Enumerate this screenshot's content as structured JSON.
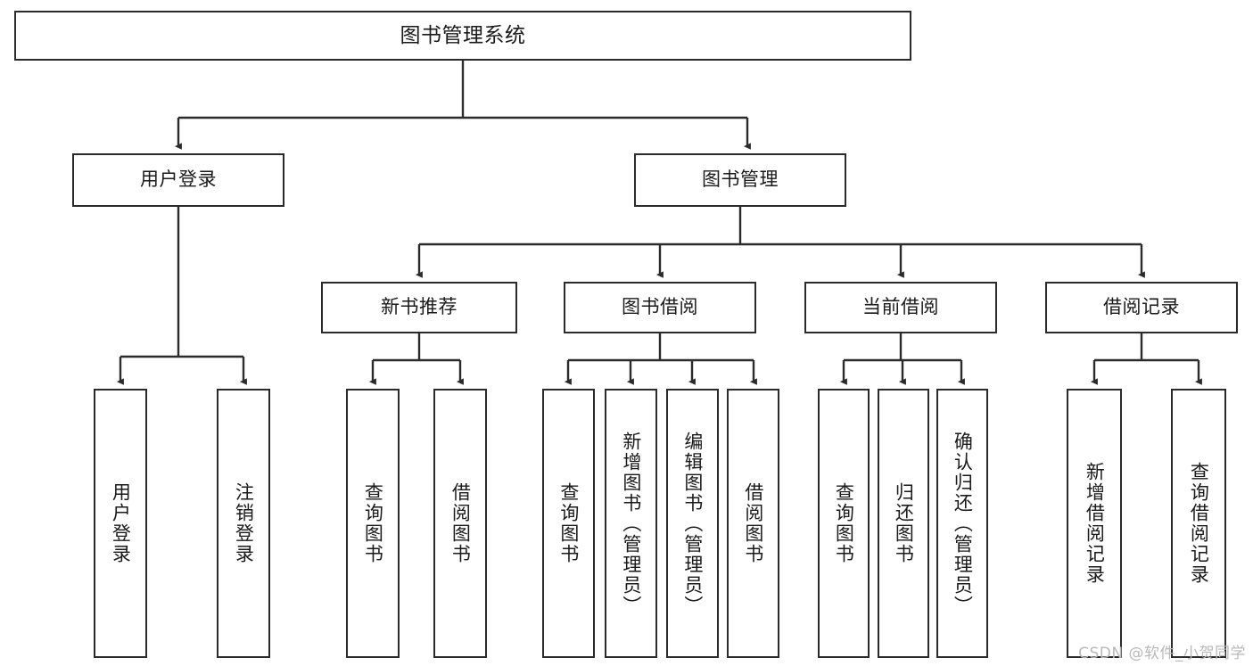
{
  "diagram": {
    "title": "图书管理系统",
    "watermark": "CSDN @软件_小贺同学",
    "colors": {
      "box_border": "#2b2b2b",
      "edge": "#2b2b2b",
      "text": "#1a1a1a",
      "background": "#ffffff",
      "watermark": "#b9b9b9"
    },
    "root": {
      "label": "图书管理系统"
    },
    "level2": [
      {
        "label": "用户登录"
      },
      {
        "label": "图书管理"
      }
    ],
    "level3": [
      {
        "label": "新书推荐"
      },
      {
        "label": "图书借阅"
      },
      {
        "label": "当前借阅"
      },
      {
        "label": "借阅记录"
      }
    ],
    "leaves": {
      "user_login": [
        {
          "label": "用户登录"
        },
        {
          "label": "注销登录"
        }
      ],
      "new_book_recommend": [
        {
          "label": "查询图书"
        },
        {
          "label": "借阅图书"
        }
      ],
      "book_borrow": [
        {
          "label": "查询图书"
        },
        {
          "label": "新增图书（管理员）"
        },
        {
          "label": "编辑图书（管理员）"
        },
        {
          "label": "借阅图书"
        }
      ],
      "current_borrow": [
        {
          "label": "查询图书"
        },
        {
          "label": "归还图书"
        },
        {
          "label": "确认归还（管理员）"
        }
      ],
      "borrow_record": [
        {
          "label": "新增借阅记录"
        },
        {
          "label": "查询借阅记录"
        }
      ]
    }
  },
  "chart_data": {
    "type": "table",
    "title": "图书管理系统 功能结构图",
    "nodes": [
      {
        "id": "root",
        "label": "图书管理系统",
        "level": 0,
        "parent": null
      },
      {
        "id": "n1",
        "label": "用户登录",
        "level": 1,
        "parent": "root"
      },
      {
        "id": "n2",
        "label": "图书管理",
        "level": 1,
        "parent": "root"
      },
      {
        "id": "n1-1",
        "label": "用户登录",
        "level": 2,
        "parent": "n1"
      },
      {
        "id": "n1-2",
        "label": "注销登录",
        "level": 2,
        "parent": "n1"
      },
      {
        "id": "n2-1",
        "label": "新书推荐",
        "level": 2,
        "parent": "n2"
      },
      {
        "id": "n2-2",
        "label": "图书借阅",
        "level": 2,
        "parent": "n2"
      },
      {
        "id": "n2-3",
        "label": "当前借阅",
        "level": 2,
        "parent": "n2"
      },
      {
        "id": "n2-4",
        "label": "借阅记录",
        "level": 2,
        "parent": "n2"
      },
      {
        "id": "n2-1-1",
        "label": "查询图书",
        "level": 3,
        "parent": "n2-1"
      },
      {
        "id": "n2-1-2",
        "label": "借阅图书",
        "level": 3,
        "parent": "n2-1"
      },
      {
        "id": "n2-2-1",
        "label": "查询图书",
        "level": 3,
        "parent": "n2-2"
      },
      {
        "id": "n2-2-2",
        "label": "新增图书（管理员）",
        "level": 3,
        "parent": "n2-2"
      },
      {
        "id": "n2-2-3",
        "label": "编辑图书（管理员）",
        "level": 3,
        "parent": "n2-2"
      },
      {
        "id": "n2-2-4",
        "label": "借阅图书",
        "level": 3,
        "parent": "n2-2"
      },
      {
        "id": "n2-3-1",
        "label": "查询图书",
        "level": 3,
        "parent": "n2-3"
      },
      {
        "id": "n2-3-2",
        "label": "归还图书",
        "level": 3,
        "parent": "n2-3"
      },
      {
        "id": "n2-3-3",
        "label": "确认归还（管理员）",
        "level": 3,
        "parent": "n2-3"
      },
      {
        "id": "n2-4-1",
        "label": "新增借阅记录",
        "level": 3,
        "parent": "n2-4"
      },
      {
        "id": "n2-4-2",
        "label": "查询借阅记录",
        "level": 3,
        "parent": "n2-4"
      }
    ]
  }
}
